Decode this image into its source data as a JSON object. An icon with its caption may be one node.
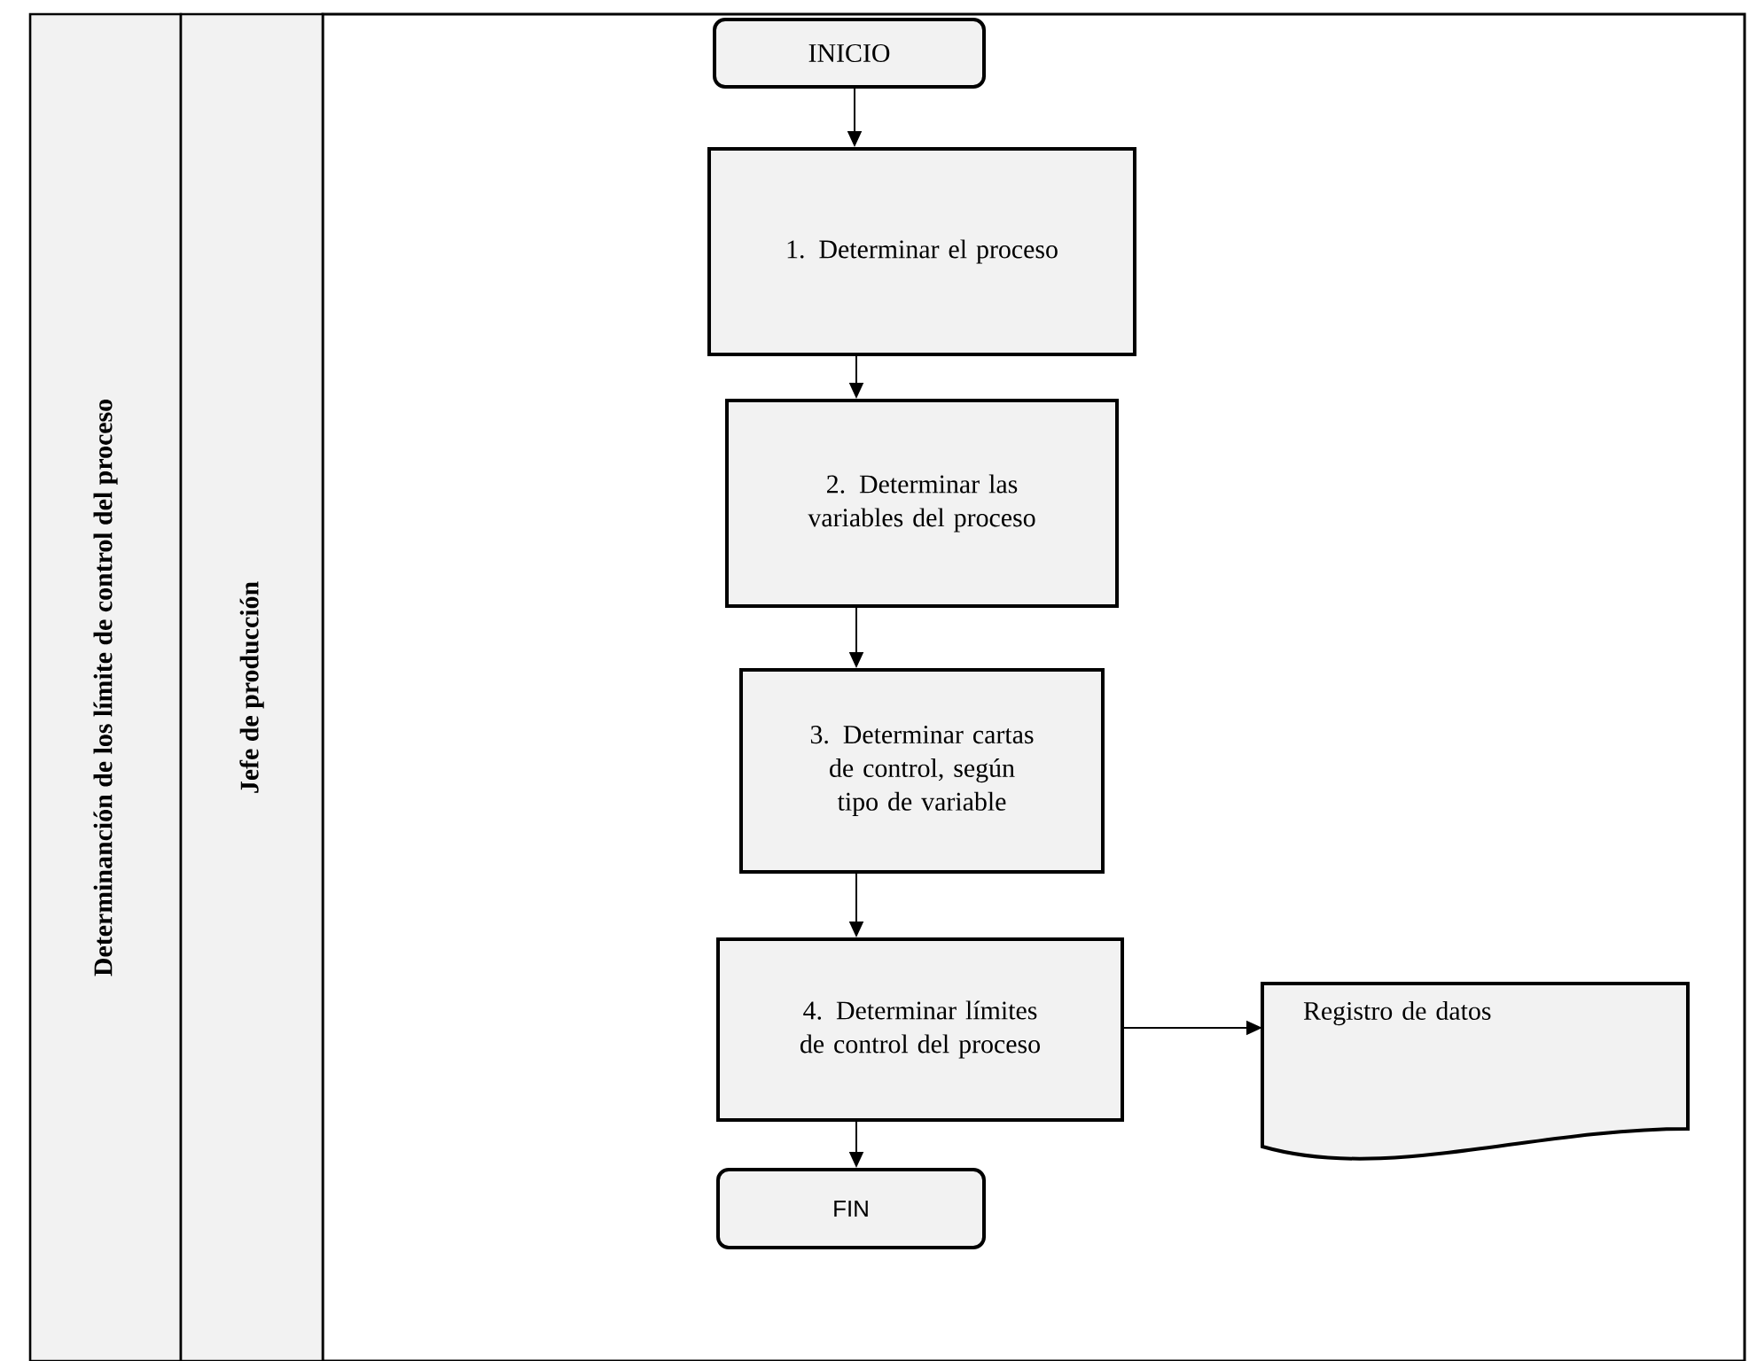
{
  "diagram": {
    "nodes": [
      {
        "text": [
          "Determinanción de los límite de control del proceso"
        ]
      },
      {
        "text": [
          "Jefe de producción"
        ]
      },
      {
        "text": [
          "INICIO"
        ]
      },
      {
        "text": [
          "1. Determinar el proceso"
        ]
      },
      {
        "text": [
          "2. Determinar las variables del proceso"
        ]
      },
      {
        "text": [
          "3. Determinar cartas de control, según tipo de variable"
        ]
      },
      {
        "text": [
          "4. Determinar límites de control del proceso"
        ]
      },
      {
        "text": [
          "Registro de datos"
        ]
      },
      {
        "text": [
          "FIN"
        ]
      }
    ],
    "edges": [
      {
        "from": 2,
        "to": 3,
        "arrow": "to"
      },
      {
        "from": 3,
        "to": 4,
        "arrow": "to"
      },
      {
        "from": 4,
        "to": 5,
        "arrow": "to"
      },
      {
        "from": 5,
        "to": 6,
        "arrow": "to"
      },
      {
        "from": 6,
        "to": 7,
        "arrow": "to"
      },
      {
        "from": 6,
        "to": 8,
        "arrow": "to"
      }
    ]
  }
}
